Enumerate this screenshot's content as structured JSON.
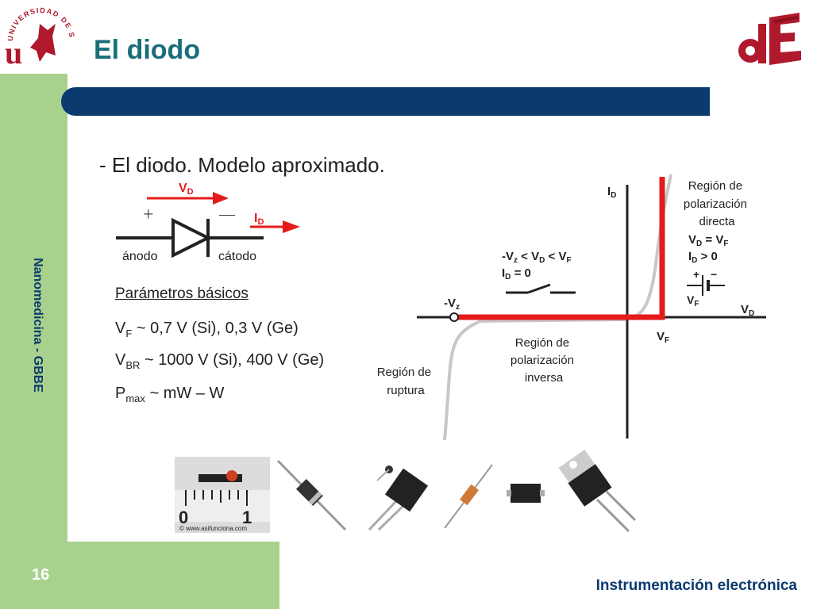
{
  "slide": {
    "title": "El diodo",
    "side_label": "Nanomedicina -  GBBE",
    "page_number": "16",
    "footer": "Instrumentación electrónica"
  },
  "section": {
    "subtitle": "- El diodo. Modelo aproximado."
  },
  "symbol": {
    "plus": "+",
    "minus": "—",
    "vd_main": "V",
    "vd_sub": "D",
    "id_main": "I",
    "id_sub": "D",
    "anode": "ánodo",
    "cathode": "cátodo"
  },
  "params": {
    "heading": "Parámetros básicos",
    "vf_main": "V",
    "vf_sub": "F",
    "vf_rest": " ~ 0,7 V (Si), 0,3 V (Ge)",
    "vbr_main": "V",
    "vbr_sub": "BR",
    "vbr_rest": " ~ 1000 V (Si), 400 V (Ge)",
    "pmax_main": "P",
    "pmax_sub": "max",
    "pmax_rest": " ~ mW – W"
  },
  "graph": {
    "axis_y_main": "I",
    "axis_y_sub": "D",
    "axis_x_main": "V",
    "axis_x_sub": "D",
    "vf_tick_main": "V",
    "vf_tick_sub": "F",
    "neg_vz_main": "-V",
    "neg_vz_sub": "z",
    "forward_region": [
      "Región de",
      "polarización",
      "directa"
    ],
    "forward_cond1": "V<tspan font-size='10' dy='3'>D</tspan><tspan dy='-3'> = V</tspan><tspan font-size='10' dy='3'>F</tspan>",
    "forward_cond1_text": "VD = VF",
    "forward_cond2_text": "ID > 0",
    "battery_plus": "+",
    "battery_minus": "−",
    "battery_v_main": "V",
    "battery_v_sub": "F",
    "off_cond1_text": "-Vz < VD < VF",
    "off_cond2_text": "ID = 0",
    "reverse_region": [
      "Región de",
      "polarización",
      "inversa"
    ],
    "breakdown_region": [
      "Región de",
      "ruptura"
    ]
  },
  "photos": {
    "ruler_credit": "© www.asifunciona.com",
    "ruler_num_0": "0",
    "ruler_num_1": "1"
  },
  "colors": {
    "title": "#1a6e7a",
    "bar": "#0b3a6e",
    "green": "#a9d18e",
    "red_curve": "#e41b1b",
    "logo_red": "#b0182c"
  }
}
